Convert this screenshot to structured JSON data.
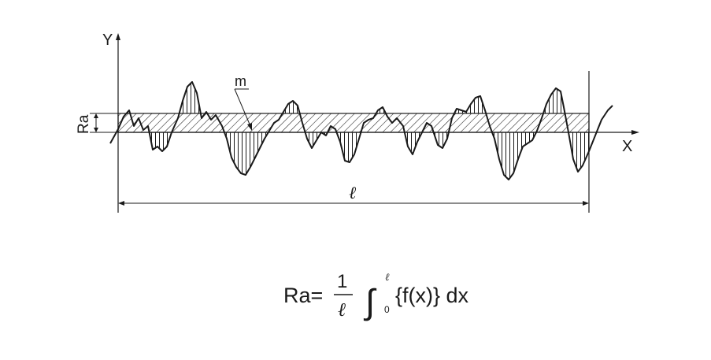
{
  "diagram": {
    "y_axis_label": "Y",
    "x_axis_label": "X",
    "mean_line_label": "m",
    "ra_label": "Ra",
    "length_label": "ℓ"
  },
  "formula": {
    "lhs": "Ra=",
    "numerator": "1",
    "denominator": "ℓ",
    "integral": "∫",
    "upper_limit": "ℓ",
    "lower_limit": "0",
    "integrand": "{f(x)} dx"
  }
}
